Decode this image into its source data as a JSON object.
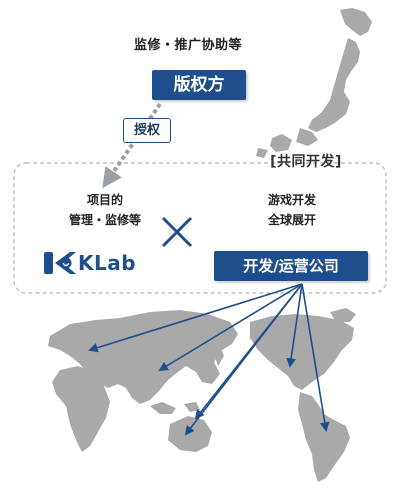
{
  "top_caption": "监修・推广协助等",
  "rights_holder_label": "版权方",
  "license_label": "授权",
  "joint_dev_label": "[共同开发]",
  "project_lines": [
    "项目的",
    "管理・监修等"
  ],
  "game_lines": [
    "游戏开发",
    "全球展开"
  ],
  "klab_logo_text": "KLab",
  "ops_label": "开发/运营公司",
  "colors": {
    "navy": "#1f4e8c",
    "map_gray": "#a9a9a9",
    "arrow_gray": "#9aa0a8",
    "dashed_border": "#b5b5b5"
  }
}
